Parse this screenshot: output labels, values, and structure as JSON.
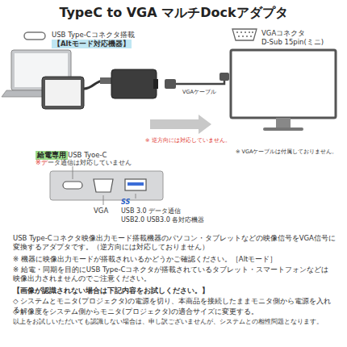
{
  "diagram": {
    "title": "TypeC to VGA マルチDockアダプタ",
    "labels": [
      "USB Type-Cコネクタ搭載",
      "【Altモード対応機器】",
      "VGAコネクタ",
      "D-Sub 15pin(ミニ)",
      "VGAケーブル",
      "※ 逆方向には対応していません。",
      "※ VGAケーブルは付属しておりません。",
      "給電専用",
      "USB Tyoe-C",
      "※データ通信は対応していません",
      "VGA",
      "SS",
      "USB 3.0 データ通信",
      "USB2.0 USB3.0 各対応機器",
      "USB Type-Cコネクタ映像出力モード搭載機器のパソコン・タブレットなどの映像信号をVGA信号に変換するアダプタです。（逆方向には対応しておりません）",
      "※ 機器に映像出力モードが搭載されいるかどうかご確認ください。［Altモード］",
      "※ 給電・同期を目的にUSB Type-Cコネクタが搭載されているタブレット・スマートフォンなどは映像出力されませんのでご注意ください。",
      "【画像が認識されない場合は下記内容をお試しください。】",
      "◇ システムとモニタ(プロジェクタ)の電源を切り、本商品を接続したままモニタ側から電源を入れる。",
      "◇ 解像度をシステム側からモニタ(プロジェクタ)の適合サイズに変更する。",
      "以上をお試しいただいても認識しない場合は、申し訳ございませんが、システムとの相性問題となります。"
    ]
  }
}
